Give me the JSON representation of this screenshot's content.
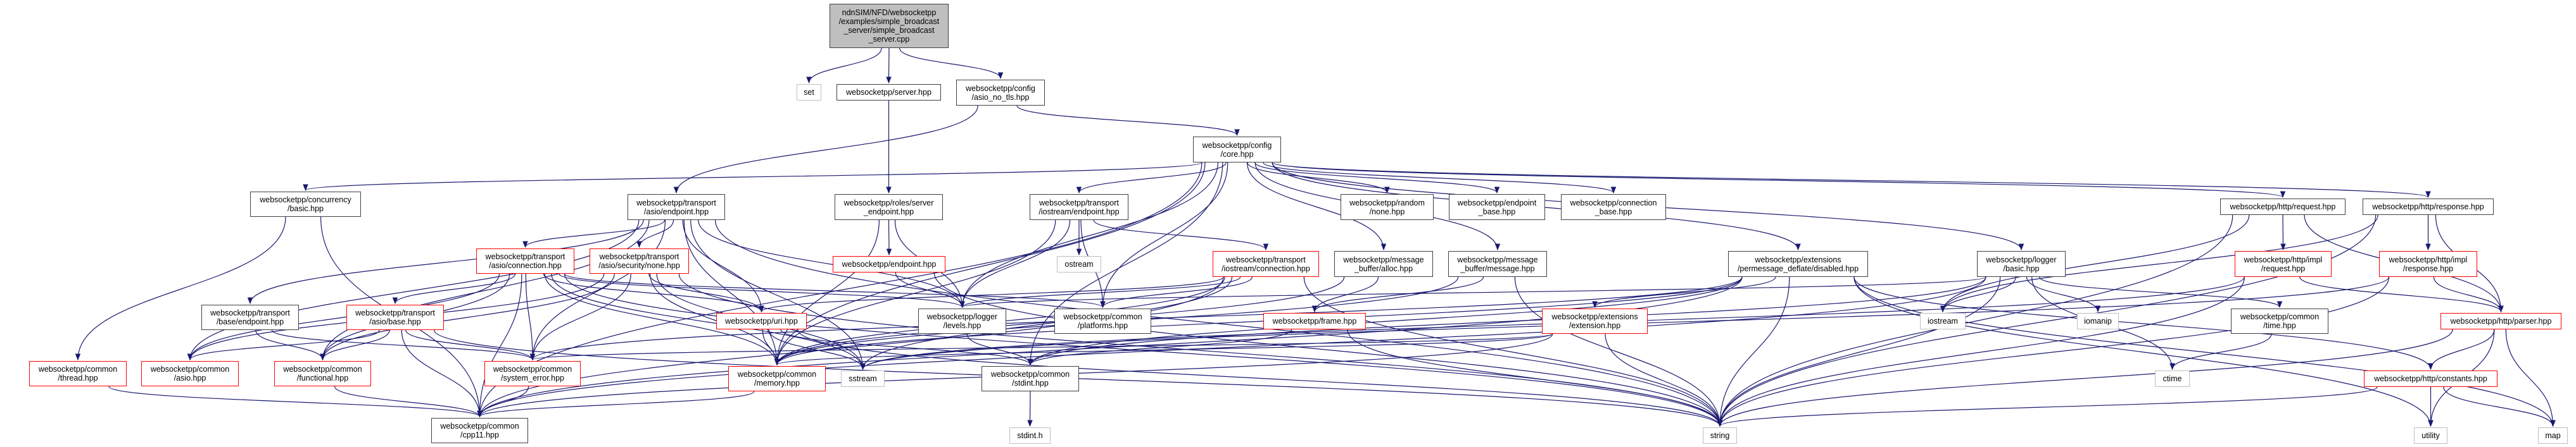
{
  "colors": {
    "edge": "#191970",
    "main_fill": "#bfbfbf",
    "normal_border": "#404040",
    "truncated_border": "#ff0000",
    "system_border": "#bfbfbf"
  },
  "nodes": [
    {
      "id": "main",
      "kind": "main",
      "lines": [
        "ndnSIM/NFD/websocketpp",
        "/examples/simple_broadcast",
        "_server/simple_broadcast",
        "_server.cpp"
      ]
    },
    {
      "id": "set",
      "kind": "system",
      "lines": [
        "set"
      ]
    },
    {
      "id": "server",
      "kind": "normal",
      "lines": [
        "websocketpp/server.hpp"
      ]
    },
    {
      "id": "asio_no_tls",
      "kind": "normal",
      "lines": [
        "websocketpp/config",
        "/asio_no_tls.hpp"
      ]
    },
    {
      "id": "core",
      "kind": "normal",
      "lines": [
        "websocketpp/config",
        "/core.hpp"
      ]
    },
    {
      "id": "concurrency_basic",
      "kind": "normal",
      "lines": [
        "websocketpp/concurrency",
        "/basic.hpp"
      ]
    },
    {
      "id": "asio_endpoint",
      "kind": "normal",
      "lines": [
        "websocketpp/transport",
        "/asio/endpoint.hpp"
      ]
    },
    {
      "id": "server_endpoint",
      "kind": "normal",
      "lines": [
        "websocketpp/roles/server",
        "_endpoint.hpp"
      ]
    },
    {
      "id": "iostream_endpoint",
      "kind": "normal",
      "lines": [
        "websocketpp/transport",
        "/iostream/endpoint.hpp"
      ]
    },
    {
      "id": "random_none",
      "kind": "normal",
      "lines": [
        "websocketpp/random",
        "/none.hpp"
      ]
    },
    {
      "id": "endpoint_base",
      "kind": "normal",
      "lines": [
        "websocketpp/endpoint",
        "_base.hpp"
      ]
    },
    {
      "id": "connection_base",
      "kind": "normal",
      "lines": [
        "websocketpp/connection",
        "_base.hpp"
      ]
    },
    {
      "id": "http_request",
      "kind": "normal",
      "lines": [
        "websocketpp/http/request.hpp"
      ]
    },
    {
      "id": "http_response",
      "kind": "normal",
      "lines": [
        "websocketpp/http/response.hpp"
      ]
    },
    {
      "id": "asio_connection",
      "kind": "truncated",
      "lines": [
        "websocketpp/transport",
        "/asio/connection.hpp"
      ]
    },
    {
      "id": "security_none",
      "kind": "truncated",
      "lines": [
        "websocketpp/transport",
        "/asio/security/none.hpp"
      ]
    },
    {
      "id": "endpoint_hpp",
      "kind": "truncated",
      "lines": [
        "websocketpp/endpoint.hpp"
      ]
    },
    {
      "id": "ostream",
      "kind": "system",
      "lines": [
        "ostream"
      ]
    },
    {
      "id": "iostream_connection",
      "kind": "truncated",
      "lines": [
        "websocketpp/transport",
        "/iostream/connection.hpp"
      ]
    },
    {
      "id": "mb_alloc",
      "kind": "normal",
      "lines": [
        "websocketpp/message",
        "_buffer/alloc.hpp"
      ]
    },
    {
      "id": "mb_message",
      "kind": "normal",
      "lines": [
        "websocketpp/message",
        "_buffer/message.hpp"
      ]
    },
    {
      "id": "pmd_disabled",
      "kind": "normal",
      "lines": [
        "websocketpp/extensions",
        "/permessage_deflate/disabled.hpp"
      ]
    },
    {
      "id": "logger_basic",
      "kind": "normal",
      "lines": [
        "websocketpp/logger",
        "/basic.hpp"
      ]
    },
    {
      "id": "impl_request",
      "kind": "truncated",
      "lines": [
        "websocketpp/http/impl",
        "/request.hpp"
      ]
    },
    {
      "id": "impl_response",
      "kind": "truncated",
      "lines": [
        "websocketpp/http/impl",
        "/response.hpp"
      ]
    },
    {
      "id": "base_endpoint",
      "kind": "normal",
      "lines": [
        "websocketpp/transport",
        "/base/endpoint.hpp"
      ]
    },
    {
      "id": "asio_base",
      "kind": "truncated",
      "lines": [
        "websocketpp/transport",
        "/asio/base.hpp"
      ]
    },
    {
      "id": "uri",
      "kind": "truncated",
      "lines": [
        "websocketpp/uri.hpp"
      ]
    },
    {
      "id": "logger_levels",
      "kind": "normal",
      "lines": [
        "websocketpp/logger",
        "/levels.hpp"
      ]
    },
    {
      "id": "platforms",
      "kind": "normal",
      "lines": [
        "websocketpp/common",
        "/platforms.hpp"
      ]
    },
    {
      "id": "frame",
      "kind": "truncated",
      "lines": [
        "websocketpp/frame.hpp"
      ]
    },
    {
      "id": "extension",
      "kind": "truncated",
      "lines": [
        "websocketpp/extensions",
        "/extension.hpp"
      ]
    },
    {
      "id": "iostream",
      "kind": "system",
      "lines": [
        "iostream"
      ]
    },
    {
      "id": "iomanip",
      "kind": "system",
      "lines": [
        "iomanip"
      ]
    },
    {
      "id": "common_time",
      "kind": "normal",
      "lines": [
        "websocketpp/common",
        "/time.hpp"
      ]
    },
    {
      "id": "parser",
      "kind": "truncated",
      "lines": [
        "websocketpp/http/parser.hpp"
      ]
    },
    {
      "id": "thread",
      "kind": "truncated",
      "lines": [
        "websocketpp/common",
        "/thread.hpp"
      ]
    },
    {
      "id": "common_asio",
      "kind": "truncated",
      "lines": [
        "websocketpp/common",
        "/asio.hpp"
      ]
    },
    {
      "id": "functional",
      "kind": "truncated",
      "lines": [
        "websocketpp/common",
        "/functional.hpp"
      ]
    },
    {
      "id": "system_error",
      "kind": "truncated",
      "lines": [
        "websocketpp/common",
        "/system_error.hpp"
      ]
    },
    {
      "id": "memory",
      "kind": "truncated",
      "lines": [
        "websocketpp/common",
        "/memory.hpp"
      ]
    },
    {
      "id": "sstream",
      "kind": "system",
      "lines": [
        "sstream"
      ]
    },
    {
      "id": "stdint_hpp",
      "kind": "normal",
      "lines": [
        "websocketpp/common",
        "/stdint.hpp"
      ]
    },
    {
      "id": "ctime",
      "kind": "system",
      "lines": [
        "ctime"
      ]
    },
    {
      "id": "constants",
      "kind": "truncated",
      "lines": [
        "websocketpp/http/constants.hpp"
      ]
    },
    {
      "id": "cpp11",
      "kind": "normal",
      "lines": [
        "websocketpp/common",
        "/cpp11.hpp"
      ]
    },
    {
      "id": "stdint_h",
      "kind": "system",
      "lines": [
        "stdint.h"
      ]
    },
    {
      "id": "string",
      "kind": "system",
      "lines": [
        "string"
      ]
    },
    {
      "id": "utility",
      "kind": "system",
      "lines": [
        "utility"
      ]
    },
    {
      "id": "map",
      "kind": "system",
      "lines": [
        "map"
      ]
    }
  ],
  "edges": [
    [
      "main",
      "set"
    ],
    [
      "main",
      "server"
    ],
    [
      "main",
      "asio_no_tls"
    ],
    [
      "server",
      "server_endpoint"
    ],
    [
      "asio_no_tls",
      "core"
    ],
    [
      "asio_no_tls",
      "asio_endpoint"
    ],
    [
      "core",
      "concurrency_basic"
    ],
    [
      "core",
      "iostream_endpoint"
    ],
    [
      "core",
      "random_none"
    ],
    [
      "core",
      "endpoint_base"
    ],
    [
      "core",
      "connection_base"
    ],
    [
      "core",
      "http_request"
    ],
    [
      "core",
      "http_response"
    ],
    [
      "core",
      "mb_alloc"
    ],
    [
      "core",
      "mb_message"
    ],
    [
      "core",
      "pmd_disabled"
    ],
    [
      "core",
      "logger_basic"
    ],
    [
      "core",
      "logger_levels"
    ],
    [
      "core",
      "platforms"
    ],
    [
      "core",
      "cpp11"
    ],
    [
      "core",
      "stdint_hpp"
    ],
    [
      "core",
      "memory"
    ],
    [
      "concurrency_basic",
      "thread"
    ],
    [
      "concurrency_basic",
      "cpp11"
    ],
    [
      "server_endpoint",
      "endpoint_hpp"
    ],
    [
      "server_endpoint",
      "logger_levels"
    ],
    [
      "server_endpoint",
      "memory"
    ],
    [
      "endpoint_hpp",
      "logger_levels"
    ],
    [
      "endpoint_hpp",
      "string"
    ],
    [
      "asio_endpoint",
      "security_none"
    ],
    [
      "asio_endpoint",
      "asio_connection"
    ],
    [
      "asio_endpoint",
      "uri"
    ],
    [
      "asio_endpoint",
      "logger_levels"
    ],
    [
      "asio_endpoint",
      "base_endpoint"
    ],
    [
      "asio_endpoint",
      "functional"
    ],
    [
      "asio_endpoint",
      "common_asio"
    ],
    [
      "asio_endpoint",
      "system_error"
    ],
    [
      "asio_endpoint",
      "sstream"
    ],
    [
      "asio_endpoint",
      "string"
    ],
    [
      "asio_endpoint",
      "memory"
    ],
    [
      "security_none",
      "uri"
    ],
    [
      "security_none",
      "common_asio"
    ],
    [
      "security_none",
      "memory"
    ],
    [
      "security_none",
      "functional"
    ],
    [
      "security_none",
      "sstream"
    ],
    [
      "security_none",
      "string"
    ],
    [
      "security_none",
      "system_error"
    ],
    [
      "asio_connection",
      "asio_base"
    ],
    [
      "asio_connection",
      "uri"
    ],
    [
      "asio_connection",
      "logger_levels"
    ],
    [
      "asio_connection",
      "system_error"
    ],
    [
      "asio_connection",
      "cpp11"
    ],
    [
      "asio_connection",
      "memory"
    ],
    [
      "asio_connection",
      "functional"
    ],
    [
      "asio_connection",
      "common_asio"
    ],
    [
      "asio_connection",
      "sstream"
    ],
    [
      "asio_connection",
      "string"
    ],
    [
      "asio_connection",
      "platforms"
    ],
    [
      "base_endpoint",
      "functional"
    ],
    [
      "base_endpoint",
      "system_error"
    ],
    [
      "asio_base",
      "common_asio"
    ],
    [
      "asio_base",
      "functional"
    ],
    [
      "asio_base",
      "system_error"
    ],
    [
      "asio_base",
      "cpp11"
    ],
    [
      "asio_base",
      "string"
    ],
    [
      "thread",
      "cpp11"
    ],
    [
      "functional",
      "cpp11"
    ],
    [
      "system_error",
      "cpp11"
    ],
    [
      "memory",
      "cpp11"
    ],
    [
      "iostream_endpoint",
      "ostream"
    ],
    [
      "iostream_endpoint",
      "iostream_connection"
    ],
    [
      "iostream_endpoint",
      "logger_levels"
    ],
    [
      "iostream_endpoint",
      "platforms"
    ],
    [
      "iostream_endpoint",
      "memory"
    ],
    [
      "iostream_connection",
      "uri"
    ],
    [
      "iostream_connection",
      "logger_levels"
    ],
    [
      "iostream_connection",
      "platforms"
    ],
    [
      "iostream_connection",
      "memory"
    ],
    [
      "iostream_connection",
      "cpp11"
    ],
    [
      "iostream_connection",
      "sstream"
    ],
    [
      "iostream_connection",
      "string"
    ],
    [
      "mb_alloc",
      "frame"
    ],
    [
      "mb_alloc",
      "memory"
    ],
    [
      "mb_message",
      "frame"
    ],
    [
      "mb_message",
      "memory"
    ],
    [
      "mb_message",
      "string"
    ],
    [
      "frame",
      "stdint_hpp"
    ],
    [
      "frame",
      "string"
    ],
    [
      "uri",
      "memory"
    ],
    [
      "uri",
      "sstream"
    ],
    [
      "uri",
      "string"
    ],
    [
      "uri",
      "stdint_hpp"
    ],
    [
      "logger_levels",
      "stdint_hpp"
    ],
    [
      "stdint_hpp",
      "stdint_h"
    ],
    [
      "pmd_disabled",
      "extension"
    ],
    [
      "pmd_disabled",
      "string"
    ],
    [
      "pmd_disabled",
      "system_error"
    ],
    [
      "pmd_disabled",
      "stdint_hpp"
    ],
    [
      "pmd_disabled",
      "cpp11"
    ],
    [
      "pmd_disabled",
      "memory"
    ],
    [
      "pmd_disabled",
      "constants"
    ],
    [
      "pmd_disabled",
      "utility"
    ],
    [
      "pmd_disabled",
      "map"
    ],
    [
      "extension",
      "string"
    ],
    [
      "extension",
      "cpp11"
    ],
    [
      "extension",
      "system_error"
    ],
    [
      "extension",
      "memory"
    ],
    [
      "logger_basic",
      "iostream"
    ],
    [
      "logger_basic",
      "iomanip"
    ],
    [
      "logger_basic",
      "ctime"
    ],
    [
      "logger_basic",
      "common_time"
    ],
    [
      "logger_basic",
      "string"
    ],
    [
      "logger_basic",
      "cpp11"
    ],
    [
      "logger_basic",
      "stdint_hpp"
    ],
    [
      "logger_basic",
      "logger_levels"
    ],
    [
      "common_time",
      "ctime"
    ],
    [
      "http_request",
      "impl_request"
    ],
    [
      "http_request",
      "parser"
    ],
    [
      "http_request",
      "string"
    ],
    [
      "http_request",
      "iostream"
    ],
    [
      "http_response",
      "impl_response"
    ],
    [
      "http_response",
      "parser"
    ],
    [
      "http_response",
      "iostream"
    ],
    [
      "http_response",
      "string"
    ],
    [
      "impl_request",
      "parser"
    ],
    [
      "impl_request",
      "string"
    ],
    [
      "impl_request",
      "sstream"
    ],
    [
      "impl_response",
      "parser"
    ],
    [
      "impl_response",
      "string"
    ],
    [
      "impl_response",
      "sstream"
    ],
    [
      "parser",
      "constants"
    ],
    [
      "parser",
      "utility"
    ],
    [
      "parser",
      "map"
    ],
    [
      "parser",
      "string"
    ],
    [
      "constants",
      "utility"
    ],
    [
      "constants",
      "map"
    ],
    [
      "constants",
      "string"
    ]
  ]
}
